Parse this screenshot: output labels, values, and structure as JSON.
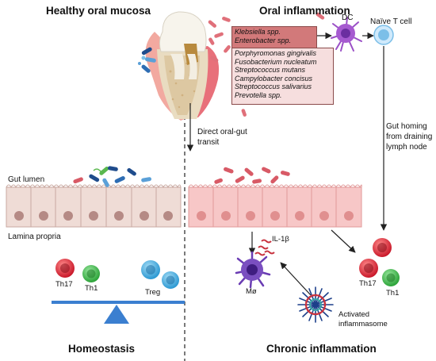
{
  "titles": {
    "healthy": "Healthy oral mucosa",
    "inflammation": "Oral inflammation",
    "homeostasis": "Homeostasis",
    "chronic": "Chronic inflammation"
  },
  "top_bacteria": [
    "Klebsiella spp.",
    "Enterobacter spp."
  ],
  "oral_bacteria": [
    "Porphyromonas gingivalis",
    "Fusobacterium nucleatum",
    "Streptococcus mutans",
    "Campylobacter concisus",
    "Streptococcus salivarius",
    "Prevotella spp."
  ],
  "labels": {
    "dc": "DC",
    "naive_t": "Naïve T cell",
    "transit_1": "Direct oral-gut",
    "transit_2": "transit",
    "homing_1": "Gut homing",
    "homing_2": "from draining",
    "homing_3": "lymph node",
    "gut_lumen": "Gut lumen",
    "lamina_propria": "Lamina propria",
    "th17": "Th17",
    "th1": "Th1",
    "treg": "Treg",
    "il1b": "IL-1β",
    "macrophage": "Mø",
    "activated_1": "Activated",
    "activated_2": "inflammasome",
    "th17_right": "Th17",
    "th1_right": "Th1"
  },
  "colors": {
    "th17": "#e0303b",
    "th1": "#3fbf4a",
    "treg": "#3aaee0",
    "epithelium_healthy": "#efdcd6",
    "epithelium_inflamed": "#f7c7c7",
    "macrophage": "#7a4fc0",
    "balance": "#3b7fd0"
  }
}
